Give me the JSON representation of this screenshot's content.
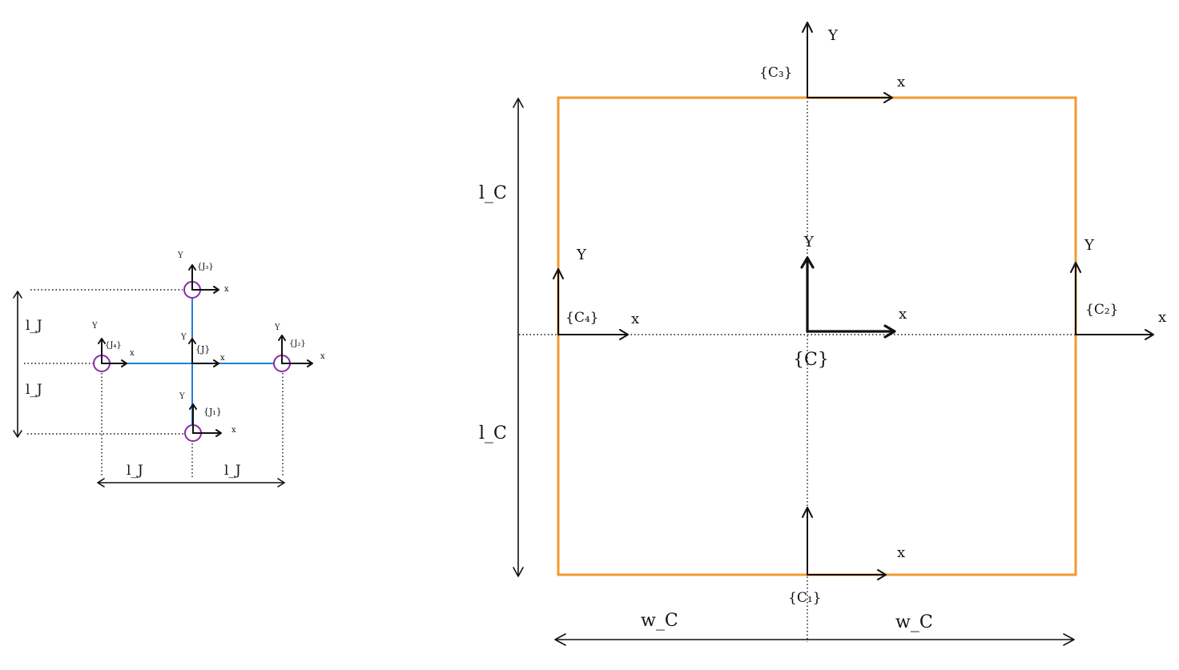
{
  "colors": {
    "ink": "#111111",
    "cross_link": "#1f7fe0",
    "joint_circle": "#8a2aa6",
    "frame_outline": "#f29a2e"
  },
  "axes": {
    "x": "x",
    "y": "Y",
    "y_alt": "Y"
  },
  "left_diagram": {
    "frames": {
      "J": "{J}",
      "J1": "{J₁}",
      "J2": "{J₂}",
      "J3": "{J₃}",
      "J4": "{J₄}"
    },
    "dimensions": {
      "lj_vertical_top": "l_J",
      "lj_vertical_bottom": "l_J",
      "lj_horizontal_left": "l_J",
      "lj_horizontal_right": "l_J"
    }
  },
  "right_diagram": {
    "frames": {
      "C": "{C}",
      "C1": "{C₁}",
      "C2": "{C₂}",
      "C3": "{C₃}",
      "C4": "{C₄}"
    },
    "dimensions": {
      "lc_top": "l_C",
      "lc_bottom": "l_C",
      "wc_left": "w_C",
      "wc_right": "w_C"
    }
  }
}
